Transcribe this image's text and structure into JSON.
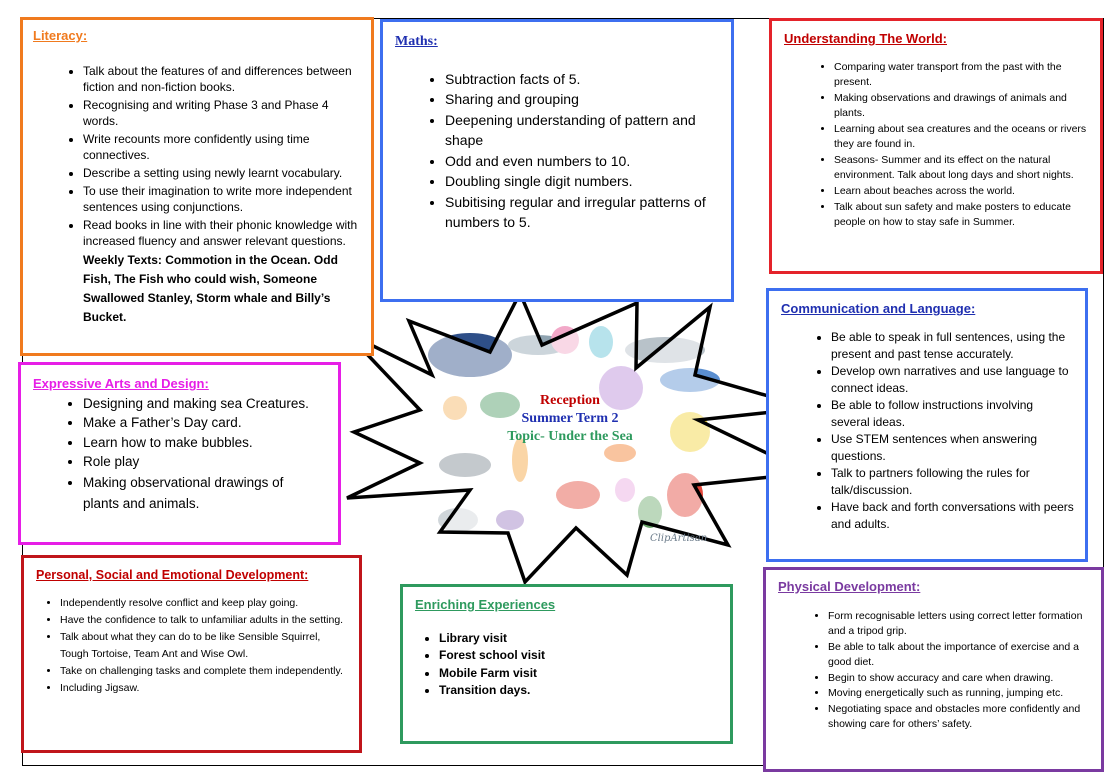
{
  "literacy": {
    "title": "Literacy:",
    "items": [
      "Talk about the features of and differences between fiction and non-fiction books.",
      "Recognising and writing Phase 3 and Phase 4 words.",
      "Write recounts more confidently using time connectives.",
      "Describe a setting using newly learnt vocabulary.",
      "To use their imagination to write more independent sentences using conjunctions.",
      "Read books in line with their phonic knowledge with increased fluency and answer relevant questions."
    ],
    "weekly_texts": "Weekly Texts: Commotion in the Ocean. Odd Fish, The Fish who could wish, Someone Swallowed Stanley, Storm whale and Billy’s Bucket."
  },
  "maths": {
    "title": "Maths:",
    "items": [
      "Subtraction facts of 5.",
      "Sharing and grouping",
      "Deepening understanding of pattern and shape",
      "Odd and even numbers to 10.",
      "Doubling single digit numbers.",
      "Subitising regular and irregular patterns of numbers to 5."
    ]
  },
  "world": {
    "title": "Understanding The World:",
    "items": [
      "Comparing water transport from the past with the present.",
      "Making observations and drawings of animals and plants.",
      "Learning about sea creatures and the oceans or rivers they are found in.",
      "Seasons- Summer and its effect on the natural environment. Talk about long days and short nights.",
      "Learn about beaches across the world.",
      "Talk about sun safety and make posters to educate people on how to stay safe in Summer."
    ]
  },
  "comm": {
    "title": "Communication and Language:",
    "items": [
      "Be able to speak in full sentences, using the present and past tense accurately.",
      "Develop own narratives and use language to connect ideas.",
      "Be able to follow instructions involving several ideas.",
      "Use STEM sentences when answering questions.",
      "Talk to partners following the rules for talk/discussion.",
      "Have back and forth conversations with peers and adults."
    ]
  },
  "arts": {
    "title": "Expressive Arts and Design:",
    "items": [
      "Designing and making sea Creatures.",
      "Make a Father’s Day card.",
      "Learn how to make bubbles.",
      "Role play",
      "Making observational drawings of plants and animals."
    ]
  },
  "pse": {
    "title": "Personal, Social and Emotional Development:",
    "items": [
      "Independently resolve conflict and keep play going.",
      "Have the confidence to talk to unfamiliar adults in the setting.",
      "Talk about what they can do to be like Sensible Squirrel, Tough Tortoise, Team Ant and Wise Owl.",
      "Take on challenging tasks and complete them independently.",
      "Including Jigsaw."
    ]
  },
  "enrich": {
    "title": "Enriching Experiences",
    "items": [
      "Library visit",
      "Forest school visit",
      "Mobile Farm visit",
      "Transition days."
    ]
  },
  "physical": {
    "title": "Physical Development:",
    "items": [
      "Form recognisable letters using correct letter formation and a tripod grip.",
      "Be able to talk about the importance of exercise and a good diet.",
      "Begin to show accuracy and care when drawing.",
      "Moving energetically such as running, jumping etc.",
      "Negotiating space and obstacles more confidently and showing care for others’ safety."
    ]
  },
  "centre": {
    "line1": "Reception",
    "line2": "Summer Term 2",
    "line3": "Topic- Under the Sea",
    "watermark": "ClipArtisan"
  },
  "colors": {
    "literacy": "#f07a1e",
    "maths": "#3d6ff0",
    "world": "#e4232a",
    "comm": "#3d6ff0",
    "arts": "#e61ee6",
    "pse": "#c0151b",
    "enrich": "#2e9a5e",
    "physical": "#7a3aa0",
    "title_red": "#c00000",
    "title_blue": "#1f2fb0",
    "title_magenta": "#e61ee6",
    "title_green": "#2e9a5e",
    "title_purple": "#7a3aa0"
  }
}
